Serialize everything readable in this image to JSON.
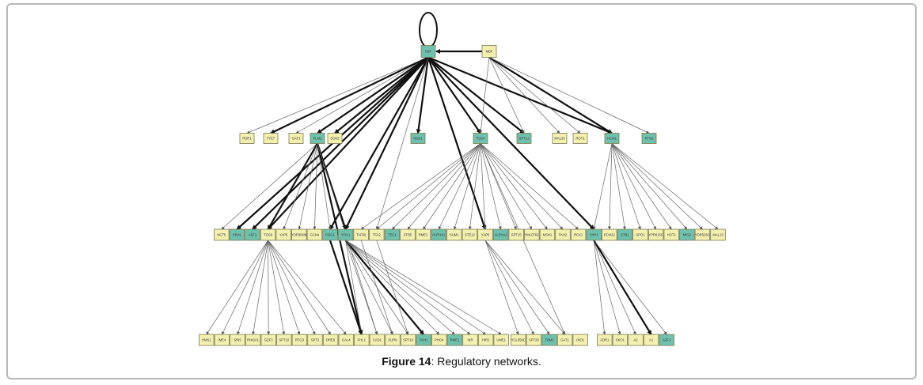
{
  "figure": {
    "caption_label": "Figure 14",
    "caption_text": ": Regulatory networks.",
    "colors": {
      "gene": "#f4f0b0",
      "tf": "#6fc1ad",
      "edge": "#111111",
      "edge_light": "#666666",
      "frame": "#b9b9b9"
    }
  },
  "network": {
    "roots": [
      {
        "id": "SBF",
        "label": "SBF",
        "type": "tf",
        "self_loop": true
      },
      {
        "id": "MBF",
        "label": "MBF",
        "type": "gene"
      }
    ],
    "level1": [
      {
        "id": "PDR1",
        "label": "PDR1",
        "type": "gene"
      },
      {
        "id": "TYE7",
        "label": "TYE7",
        "type": "gene"
      },
      {
        "id": "GAT3",
        "label": "GAT3",
        "type": "gene"
      },
      {
        "id": "PLM2",
        "label": "PLM2",
        "type": "tf"
      },
      {
        "id": "SOK2",
        "label": "SOK2",
        "type": "gene"
      },
      {
        "id": "NDD1",
        "label": "NDD1",
        "type": "tf"
      },
      {
        "id": "TOS4",
        "label": "TOS4",
        "type": "tf"
      },
      {
        "id": "SPT21",
        "label": "SPT21",
        "type": "tf"
      },
      {
        "id": "MAL33",
        "label": "MAL33",
        "type": "gene"
      },
      {
        "id": "ROT1",
        "label": "ROT1",
        "type": "gene"
      },
      {
        "id": "HCM1",
        "label": "HCM1",
        "type": "tf"
      },
      {
        "id": "RTN2",
        "label": "RTN2",
        "type": "tf"
      }
    ],
    "level2": [
      {
        "id": "NCT5",
        "label": "NCT5",
        "type": "gene"
      },
      {
        "id": "PKH1",
        "label": "PKH1",
        "type": "tf"
      },
      {
        "id": "ASF1",
        "label": "ASF1",
        "type": "tf"
      },
      {
        "id": "TOS8",
        "label": "TOS8",
        "type": "gene"
      },
      {
        "id": "YAP5",
        "label": "YAP5",
        "type": "gene"
      },
      {
        "id": "YOR006W",
        "label": "YOR006W",
        "type": "gene"
      },
      {
        "id": "GCN4",
        "label": "GCN4",
        "type": "gene"
      },
      {
        "id": "POG1",
        "label": "POG1",
        "type": "tf"
      },
      {
        "id": "YOX1",
        "label": "YOX1",
        "type": "tf"
      },
      {
        "id": "TAF60",
        "label": "TAF60",
        "type": "gene"
      },
      {
        "id": "TFA2",
        "label": "TFA2",
        "type": "gene"
      },
      {
        "id": "TEC1",
        "label": "TEC1",
        "type": "tf"
      },
      {
        "id": "STB5",
        "label": "STB5",
        "type": "gene"
      },
      {
        "id": "RME1",
        "label": "RME1",
        "type": "gene"
      },
      {
        "id": "ALPHA1",
        "label": "ALPHA1",
        "type": "tf"
      },
      {
        "id": "SUM1",
        "label": "SUM1",
        "type": "gene"
      },
      {
        "id": "STE12",
        "label": "STE12",
        "type": "gene"
      },
      {
        "id": "YAP6",
        "label": "YAP6",
        "type": "gene"
      },
      {
        "id": "ALPHA2",
        "label": "ALPHA2",
        "type": "tf"
      },
      {
        "id": "SPT15",
        "label": "SPT15",
        "type": "gene"
      },
      {
        "id": "YML076C",
        "label": "YML076C",
        "type": "gene"
      },
      {
        "id": "MSN1",
        "label": "MSN1",
        "type": "gene"
      },
      {
        "id": "FKH2",
        "label": "FKH2",
        "type": "gene"
      },
      {
        "id": "RCK1",
        "label": "RCK1",
        "type": "gene"
      },
      {
        "id": "YHP1",
        "label": "YHP1",
        "type": "tf"
      },
      {
        "id": "ECM22",
        "label": "ECM22",
        "type": "gene"
      },
      {
        "id": "STB1",
        "label": "STB1",
        "type": "tf"
      },
      {
        "id": "SPO1",
        "label": "SPO1",
        "type": "gene"
      },
      {
        "id": "YPR015C",
        "label": "YPR015C",
        "type": "gene"
      },
      {
        "id": "HOT1",
        "label": "HOT1",
        "type": "gene"
      },
      {
        "id": "MIG2",
        "label": "MIG2",
        "type": "tf"
      },
      {
        "id": "YDR026C",
        "label": "YDR026C",
        "type": "gene"
      },
      {
        "id": "MAL13",
        "label": "MAL13",
        "type": "gene"
      }
    ],
    "level3": [
      {
        "id": "HMS1",
        "label": "HMS1",
        "type": "gene"
      },
      {
        "id": "IME4",
        "label": "IME4",
        "type": "gene"
      },
      {
        "id": "SRI5",
        "label": "SRI5",
        "type": "gene"
      },
      {
        "id": "RIM101",
        "label": "RIM101",
        "type": "gene"
      },
      {
        "id": "GZF3",
        "label": "GZF3",
        "type": "gene"
      },
      {
        "id": "SPT10",
        "label": "SPT10",
        "type": "gene"
      },
      {
        "id": "RTG3",
        "label": "RTG3",
        "type": "gene"
      },
      {
        "id": "SPT2",
        "label": "SPT2",
        "type": "gene"
      },
      {
        "id": "DRE6",
        "label": "DRE6",
        "type": "gene"
      },
      {
        "id": "GAL4",
        "label": "GAL4",
        "type": "gene"
      },
      {
        "id": "FHL1",
        "label": "FHL1",
        "type": "gene"
      },
      {
        "id": "CAD1",
        "label": "CAD1",
        "type": "gene"
      },
      {
        "id": "SUR6",
        "label": "SUR6",
        "type": "gene"
      },
      {
        "id": "SPT16",
        "label": "SPT16",
        "type": "gene"
      },
      {
        "id": "FKH1",
        "label": "FKH1",
        "type": "tf"
      },
      {
        "id": "PHO4",
        "label": "PHO4",
        "type": "gene"
      },
      {
        "id": "RME1b",
        "label": "RME1",
        "type": "tf"
      },
      {
        "id": "IXR",
        "label": "IXR",
        "type": "gene"
      },
      {
        "id": "HIR2",
        "label": "HIR2",
        "type": "gene"
      },
      {
        "id": "UME1",
        "label": "UME1",
        "type": "gene"
      },
      {
        "id": "YCL058C",
        "label": "YCL058C",
        "type": "gene"
      },
      {
        "id": "SPT20",
        "label": "SPT20",
        "type": "gene"
      },
      {
        "id": "TBM1",
        "label": "TBM1",
        "type": "tf"
      },
      {
        "id": "GAT1",
        "label": "GAT1",
        "type": "gene"
      },
      {
        "id": "INO1",
        "label": "INO1",
        "type": "gene"
      },
      {
        "id": "ADR1",
        "label": "ADR1",
        "type": "gene"
      },
      {
        "id": "SKO1",
        "label": "SKO1",
        "type": "gene"
      },
      {
        "id": "A2",
        "label": "A2",
        "type": "gene"
      },
      {
        "id": "A1",
        "label": "A1",
        "type": "gene"
      },
      {
        "id": "AZF1",
        "label": "AZF1",
        "type": "tf"
      }
    ],
    "edges": [
      [
        "SBF",
        "PDR1",
        0
      ],
      [
        "SBF",
        "TYE7",
        1
      ],
      [
        "SBF",
        "GAT3",
        0
      ],
      [
        "SBF",
        "PLM2",
        1
      ],
      [
        "SBF",
        "SOK2",
        1
      ],
      [
        "SBF",
        "NDD1",
        1
      ],
      [
        "SBF",
        "TOS4",
        1
      ],
      [
        "SBF",
        "SPT21",
        1
      ],
      [
        "SBF",
        "HCM1",
        1
      ],
      [
        "SBF",
        "PKH1",
        1
      ],
      [
        "SBF",
        "ASF1",
        1
      ],
      [
        "SBF",
        "TOS8",
        1
      ],
      [
        "SBF",
        "POG1",
        1
      ],
      [
        "SBF",
        "YOX1",
        1
      ],
      [
        "SBF",
        "YAP6",
        1
      ],
      [
        "SBF",
        "YHP1",
        1
      ],
      [
        "SBF",
        "TFA2",
        0
      ],
      [
        "MBF",
        "SBF",
        1
      ],
      [
        "MBF",
        "TOS4",
        0
      ],
      [
        "MBF",
        "SPT21",
        0
      ],
      [
        "MBF",
        "MAL33",
        0
      ],
      [
        "MBF",
        "ROT1",
        0
      ],
      [
        "MBF",
        "HCM1",
        1
      ],
      [
        "MBF",
        "RTN2",
        0
      ],
      [
        "PLM2",
        "NCT5",
        0
      ],
      [
        "PLM2",
        "TOS8",
        1
      ],
      [
        "PLM2",
        "YAP5",
        0
      ],
      [
        "PLM2",
        "YOR006W",
        0
      ],
      [
        "PLM2",
        "GCN4",
        0
      ],
      [
        "PLM2",
        "POG1",
        0
      ],
      [
        "PLM2",
        "YOX1",
        1
      ],
      [
        "PLM2",
        "FHL1",
        1
      ],
      [
        "PLM2",
        "CAD1",
        0
      ],
      [
        "TOS4",
        "TFA2",
        0
      ],
      [
        "TOS4",
        "TEC1",
        0
      ],
      [
        "TOS4",
        "STB5",
        0
      ],
      [
        "TOS4",
        "RME1",
        0
      ],
      [
        "TOS4",
        "ALPHA1",
        0
      ],
      [
        "TOS4",
        "SUM1",
        0
      ],
      [
        "TOS4",
        "STE12",
        0
      ],
      [
        "TOS4",
        "YAP6",
        0
      ],
      [
        "TOS4",
        "ALPHA2",
        0
      ],
      [
        "TOS4",
        "SPT15",
        0
      ],
      [
        "TOS4",
        "YML076C",
        0
      ],
      [
        "TOS4",
        "MSN1",
        0
      ],
      [
        "TOS4",
        "FKH2",
        0
      ],
      [
        "TOS4",
        "RCK1",
        0
      ],
      [
        "TOS4",
        "TAF60",
        0
      ],
      [
        "TOS4",
        "GAT1",
        0
      ],
      [
        "HCM1",
        "YHP1",
        0
      ],
      [
        "HCM1",
        "ECM22",
        0
      ],
      [
        "HCM1",
        "STB1",
        0
      ],
      [
        "HCM1",
        "SPO1",
        0
      ],
      [
        "HCM1",
        "YPR015C",
        0
      ],
      [
        "HCM1",
        "HOT1",
        0
      ],
      [
        "HCM1",
        "MIG2",
        0
      ],
      [
        "HCM1",
        "YDR026C",
        0
      ],
      [
        "HCM1",
        "MAL13",
        0
      ],
      [
        "TOS8",
        "HMS1",
        0
      ],
      [
        "TOS8",
        "IME4",
        0
      ],
      [
        "TOS8",
        "SRI5",
        0
      ],
      [
        "TOS8",
        "RIM101",
        0
      ],
      [
        "TOS8",
        "GZF3",
        0
      ],
      [
        "TOS8",
        "SPT10",
        0
      ],
      [
        "TOS8",
        "RTG3",
        0
      ],
      [
        "TOS8",
        "SPT2",
        0
      ],
      [
        "TOS8",
        "DRE6",
        0
      ],
      [
        "TOS8",
        "GAL4",
        0
      ],
      [
        "YOX1",
        "FHL1",
        0
      ],
      [
        "YOX1",
        "CAD1",
        0
      ],
      [
        "YOX1",
        "SUR6",
        0
      ],
      [
        "YOX1",
        "SPT16",
        0
      ],
      [
        "YOX1",
        "FKH1",
        1
      ],
      [
        "YOX1",
        "PHO4",
        0
      ],
      [
        "YOX1",
        "RME1b",
        0
      ],
      [
        "YOX1",
        "IXR",
        0
      ],
      [
        "YOX1",
        "HIR2",
        0
      ],
      [
        "YOX1",
        "UME1",
        0
      ],
      [
        "POG1",
        "FHL1",
        1
      ],
      [
        "TAF60",
        "SUR6",
        0
      ],
      [
        "TFA2",
        "SPT16",
        0
      ],
      [
        "YAP6",
        "YCL058C",
        0
      ],
      [
        "YAP6",
        "SPT20",
        0
      ],
      [
        "YAP6",
        "TBM1",
        0
      ],
      [
        "YAP6",
        "GAT1",
        0
      ],
      [
        "YHP1",
        "ADR1",
        0
      ],
      [
        "YHP1",
        "SKO1",
        0
      ],
      [
        "YHP1",
        "A2",
        0
      ],
      [
        "YHP1",
        "A1",
        1
      ],
      [
        "YHP1",
        "AZF1",
        0
      ]
    ]
  }
}
